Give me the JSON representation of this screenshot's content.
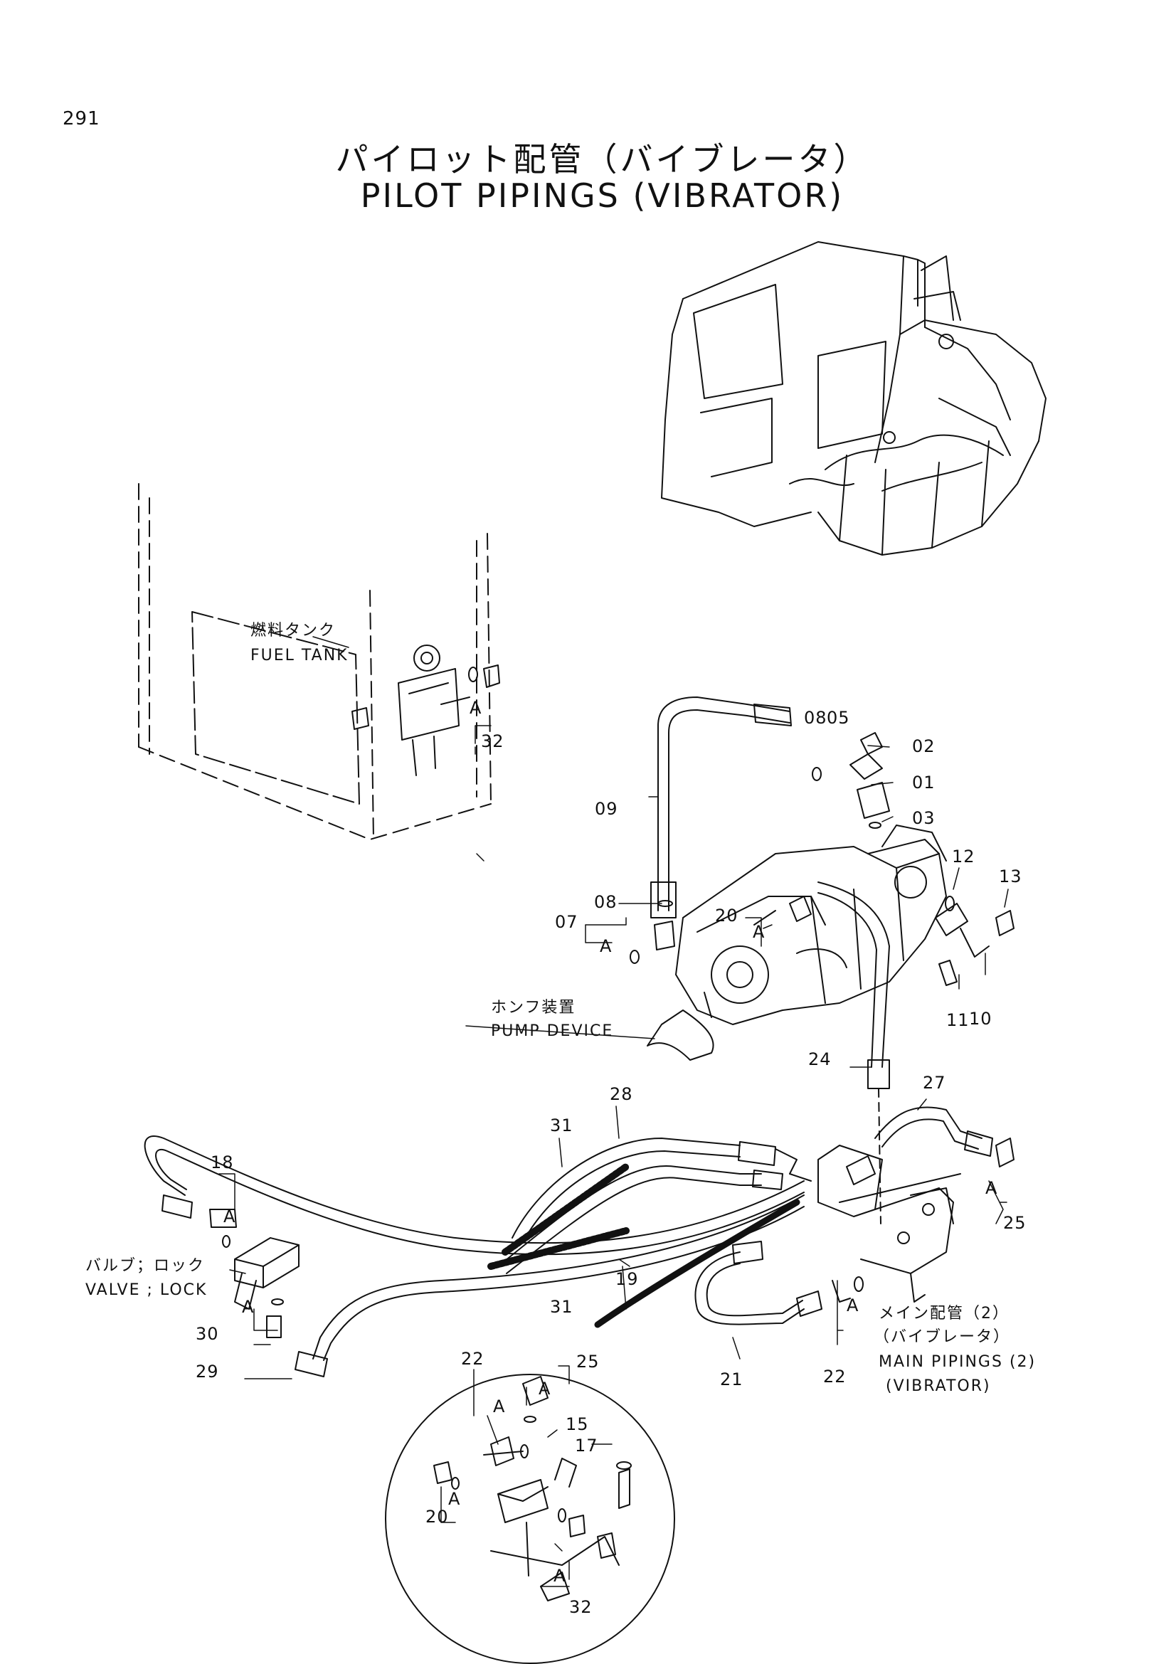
{
  "page": {
    "number": "291",
    "title_jp": "パイロット配管（バイブレータ）",
    "title_en": "PILOT PIPINGS (VIBRATOR)"
  },
  "callouts": {
    "fuel_tank_jp": "燃料タンク",
    "fuel_tank_en": "FUEL TANK",
    "pump_device_jp": "ホンフ装置",
    "pump_device_en": "PUMP DEVICE",
    "valve_lock_jp": "バルブ；ロック",
    "valve_lock_en": "VALVE ; LOCK",
    "main_pipings_jp_1": "メイン配管（2）",
    "main_pipings_jp_2": "（バイブレータ）",
    "main_pipings_en_1": "MAIN PIPINGS (2)",
    "main_pipings_en_2": "(VIBRATOR)"
  },
  "parts": {
    "p01": "01",
    "p02": "02",
    "p03": "03",
    "p05": "05",
    "p07": "07",
    "p08a": "08",
    "p08b": "08",
    "p09": "09",
    "p10": "10",
    "p11": "11",
    "p12": "12",
    "p13": "13",
    "p15": "15",
    "p17": "17",
    "p18": "18",
    "p19": "19",
    "p20a": "20",
    "p20b": "20",
    "p21": "21",
    "p22a": "22",
    "p22b": "22",
    "p24": "24",
    "p25a": "25",
    "p25b": "25",
    "p27": "27",
    "p28": "28",
    "p29": "29",
    "p30": "30",
    "p31a": "31",
    "p31b": "31",
    "p32a": "32",
    "p32b": "32"
  },
  "ref_marks": {
    "a1": "A",
    "a2": "A",
    "a3": "A",
    "a4": "A",
    "a5": "A",
    "a6": "A",
    "a7": "A",
    "a8": "A",
    "a9": "A",
    "a10": "A",
    "a11": "A"
  }
}
